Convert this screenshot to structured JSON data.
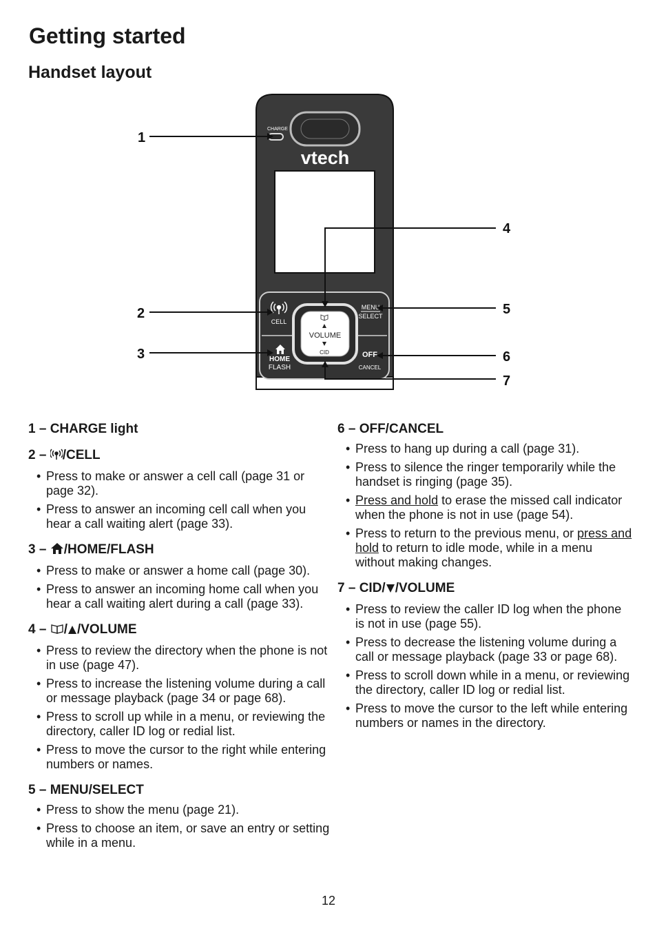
{
  "page": {
    "title": "Getting started",
    "subtitle": "Handset layout",
    "number": "12"
  },
  "phone": {
    "brand": "vtech",
    "charge_label": "CHARGE",
    "cell_label": "CELL",
    "menu_label": "MENU",
    "select_label": "SELECT",
    "volume_label": "VOLUME",
    "cid_label": "CID",
    "home_label": "HOME",
    "flash_label": "FLASH",
    "off_label": "OFF",
    "cancel_label": "CANCEL",
    "callouts": [
      "1",
      "2",
      "3",
      "4",
      "5",
      "6",
      "7"
    ],
    "body_color": "#3a3a3a",
    "icons": [
      "antenna-icon",
      "home-icon",
      "book-icon",
      "arrow-up-icon",
      "arrow-down-icon"
    ]
  },
  "sections": {
    "s1": {
      "title": "1 – CHARGE light"
    },
    "s2": {
      "prefix": "2 – ",
      "suffix": "/CELL",
      "items": [
        "Press to make or answer a cell call (page 31 or page 32).",
        "Press to answer an incoming cell call when you hear a call waiting alert (page 33)."
      ]
    },
    "s3": {
      "prefix": "3 – ",
      "suffix": "/HOME/FLASH",
      "items": [
        "Press to make or answer a home call (page 30).",
        "Press to answer an incoming home call when you hear a call waiting alert during a call (page 33)."
      ]
    },
    "s4": {
      "prefix": "4 – ",
      "sep": "/",
      "suffix": "/VOLUME",
      "items": [
        "Press to review the directory when the phone is not in use (page 47).",
        "Press to increase the listening volume during a call or message playback (page 34 or page 68).",
        "Press to scroll up while in a menu, or reviewing the directory, caller ID log or redial list.",
        "Press to move the cursor to the right while entering numbers or names."
      ]
    },
    "s5": {
      "title": "5 – MENU/SELECT",
      "items": [
        "Press to show the menu (page 21).",
        "Press to choose an item, or save an entry or setting while in a menu."
      ]
    },
    "s6": {
      "title": "6 – OFF/CANCEL",
      "item1": "Press to hang up during a call (page 31).",
      "item2": "Press to silence the ringer temporarily while the handset is ringing (page 35).",
      "item3_u": "Press and hold",
      "item3_rest": " to erase the missed call indicator when the phone is not in use (page 54).",
      "item4_a": "Press to return to the previous menu, or ",
      "item4_u": "press and hold",
      "item4_b": " to return to idle mode, while in a menu without making changes."
    },
    "s7": {
      "prefix": "7 – CID/",
      "suffix": "/VOLUME",
      "items": [
        "Press to review the caller ID log when the phone is not in use (page 55).",
        "Press to decrease the listening volume during a call or message playback (page 33 or page 68).",
        "Press to scroll down while in a menu, or reviewing the directory, caller ID log or redial list.",
        "Press to move the cursor to the left while entering numbers or names in the directory."
      ]
    }
  }
}
